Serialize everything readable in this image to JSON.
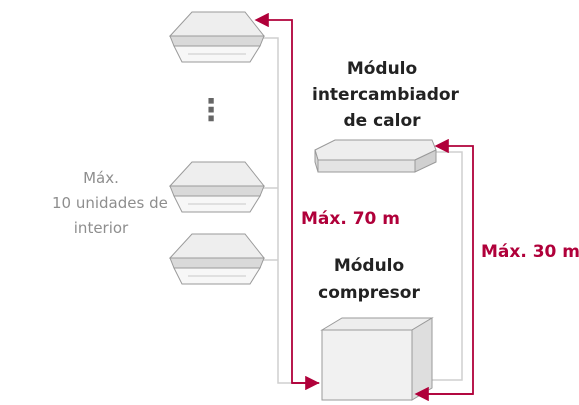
{
  "indoor_units": {
    "label_line1": "Máx.",
    "label_line2": "10 unidades de",
    "label_line3": "interior",
    "ellipsis": "⋮"
  },
  "heat_exchanger_module": {
    "label_line1": "Módulo",
    "label_line2": "intercambiador",
    "label_line3": "de calor"
  },
  "compressor_module": {
    "label_line1": "Módulo",
    "label_line2": "compresor"
  },
  "distances": {
    "indoor_max": "Máx. 70 m",
    "module_max": "Máx. 30 m"
  },
  "colors": {
    "accent": "#b0003a",
    "pipe": "#cfcfcf",
    "unit_light": "#f4f4f4",
    "unit_shade": "#d8d8d8",
    "outline": "#9a9a9a"
  }
}
